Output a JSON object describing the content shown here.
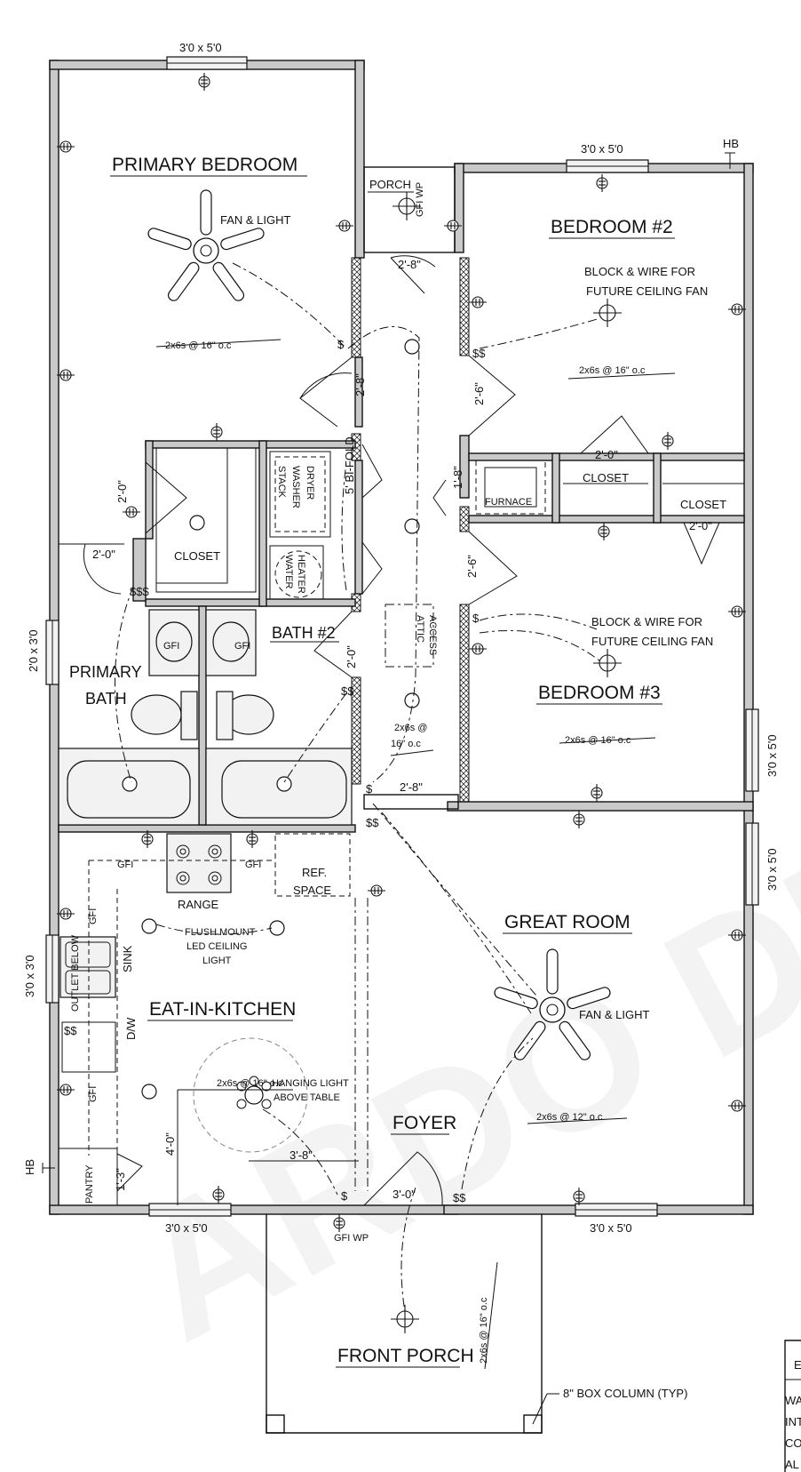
{
  "rooms": {
    "primary_bedroom": "PRIMARY BEDROOM",
    "bedroom2": "BEDROOM #2",
    "bedroom3": "BEDROOM #3",
    "great_room": "GREAT ROOM",
    "kitchen": "EAT-IN-KITCHEN",
    "foyer": "FOYER",
    "front_porch": "FRONT PORCH",
    "porch": "PORCH",
    "primary_bath_line1": "PRIMARY",
    "primary_bath_line2": "BATH",
    "bath2": "BATH #2",
    "closet": "CLOSET",
    "pantry": "PANTRY",
    "attic_line1": "ATTIC",
    "attic_line2": "ACCESS"
  },
  "fixtures": {
    "fan_light": "FAN & LIGHT",
    "block_wire_line1": "BLOCK & WIRE FOR",
    "block_wire_line2": "FUTURE CEILING FAN",
    "washer": "WASHER",
    "dryer": "DRYER",
    "stack": "STACK",
    "water_heater_line1": "WATER",
    "water_heater_line2": "HEATER",
    "furnace": "FURNACE",
    "bifold": "5' BI-FOLD",
    "range": "RANGE",
    "ref_line1": "REF.",
    "ref_line2": "SPACE",
    "sink": "SINK",
    "dw": "D/W",
    "gfi": "GFI",
    "gfi_wp": "GFI WP",
    "outlet_below": "OUTLET BELOW",
    "hb": "HB",
    "flush_line1": "FLUSH MOUNT",
    "flush_line2": "LED CEILING",
    "flush_line3": "LIGHT",
    "hanging_line1": "HANGING LIGHT",
    "hanging_line2": "ABOVE TABLE",
    "box_column": "8\" BOX COLUMN (TYP)"
  },
  "windows": {
    "w30x50": "3'0 x 5'0",
    "w20x30": "2'0 x 3'0",
    "w30x30": "3'0 x 3'0"
  },
  "doors": {
    "d28": "2'-8\"",
    "d26": "2'-6\"",
    "d20": "2'-0\"",
    "d30": "3'-0\"",
    "d18": "1'-8\"",
    "d13": "1'-3\"",
    "d40": "4'-0\"",
    "d38": "3'-8\""
  },
  "framing": {
    "j16": "2x6s @ 16\" o.c",
    "j12": "2x6s @ 12\" o.c",
    "hall_line1": "2x6s @",
    "hall_line2": "16\" o.c"
  },
  "title_block": {
    "partial_top": "E",
    "partial_1": "WA",
    "partial_2": "INT",
    "partial_3": "CO",
    "partial_4": "AL"
  },
  "watermark": "ARDO DES"
}
